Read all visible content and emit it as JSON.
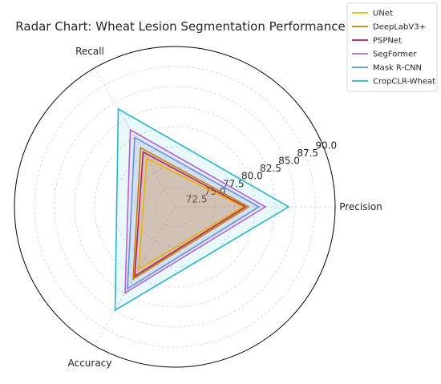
{
  "chart_data": {
    "type": "radar",
    "title": "Radar Chart: Wheat Lesion Segmentation Performance",
    "axes": [
      "Precision",
      "Recall",
      "Accuracy"
    ],
    "rlim": [
      70,
      90
    ],
    "rticks": [
      "72.5",
      "75.0",
      "77.5",
      "80.0",
      "82.5",
      "85.0",
      "87.5",
      "90.0"
    ],
    "rtick_values": [
      72.5,
      75,
      77.5,
      80,
      82.5,
      85,
      87.5,
      90
    ],
    "grid": true,
    "legend_position": "top-right",
    "series": [
      {
        "name": "UNet",
        "values": [
          78.5,
          77.0,
          79.0
        ],
        "color": "#e8b400"
      },
      {
        "name": "DeepLabV3+",
        "values": [
          79.2,
          78.5,
          80.4
        ],
        "color": "#b8860b"
      },
      {
        "name": "PSPNet",
        "values": [
          78.8,
          77.9,
          80.0
        ],
        "color": "#c0144e"
      },
      {
        "name": "SegFormer",
        "values": [
          81.3,
          81.1,
          82.4
        ],
        "color": "#b565cf"
      },
      {
        "name": "Mask R-CNN",
        "values": [
          80.5,
          80.0,
          81.8
        ],
        "color": "#5a9bd5"
      },
      {
        "name": "CropCLR-Wheat",
        "values": [
          84.2,
          84.1,
          84.9
        ],
        "color": "#29b6c9"
      }
    ]
  }
}
